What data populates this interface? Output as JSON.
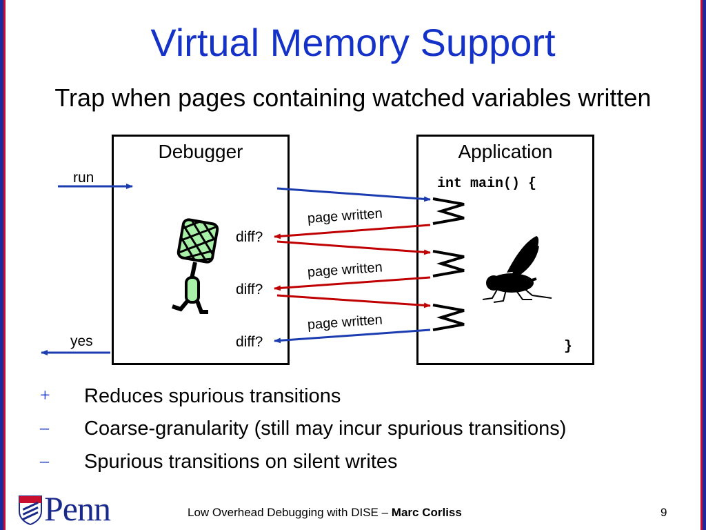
{
  "slide": {
    "title": "Virtual Memory Support",
    "subtitle": "Trap when pages containing watched variables written"
  },
  "diagram": {
    "debugger_label": "Debugger",
    "application_label": "Application",
    "run_label": "run",
    "yes_label": "yes",
    "code_start": "int main() {",
    "code_end": "}",
    "diff_labels": [
      "diff?",
      "diff?",
      "diff?"
    ],
    "page_written_labels": [
      "page written",
      "page written",
      "page written"
    ],
    "colors": {
      "blue_arrow": "#1a3cb0",
      "red_arrow": "#c00000",
      "swatter_fill": "#a8f0a8"
    }
  },
  "bullets": [
    {
      "mark": "+",
      "text": "Reduces spurious transitions"
    },
    {
      "mark": "–",
      "text": "Coarse-granularity (still may incur spurious transitions)"
    },
    {
      "mark": "–",
      "text": "Spurious transitions on silent writes"
    }
  ],
  "footer": {
    "logo_text": "Penn",
    "text": "Low Overhead Debugging with DISE – ",
    "author": "Marc Corliss",
    "page_number": "9"
  },
  "accent_colors": {
    "title": "#1432c8",
    "stripe_blue": "#1a2a9e",
    "stripe_red": "#c8102e"
  }
}
